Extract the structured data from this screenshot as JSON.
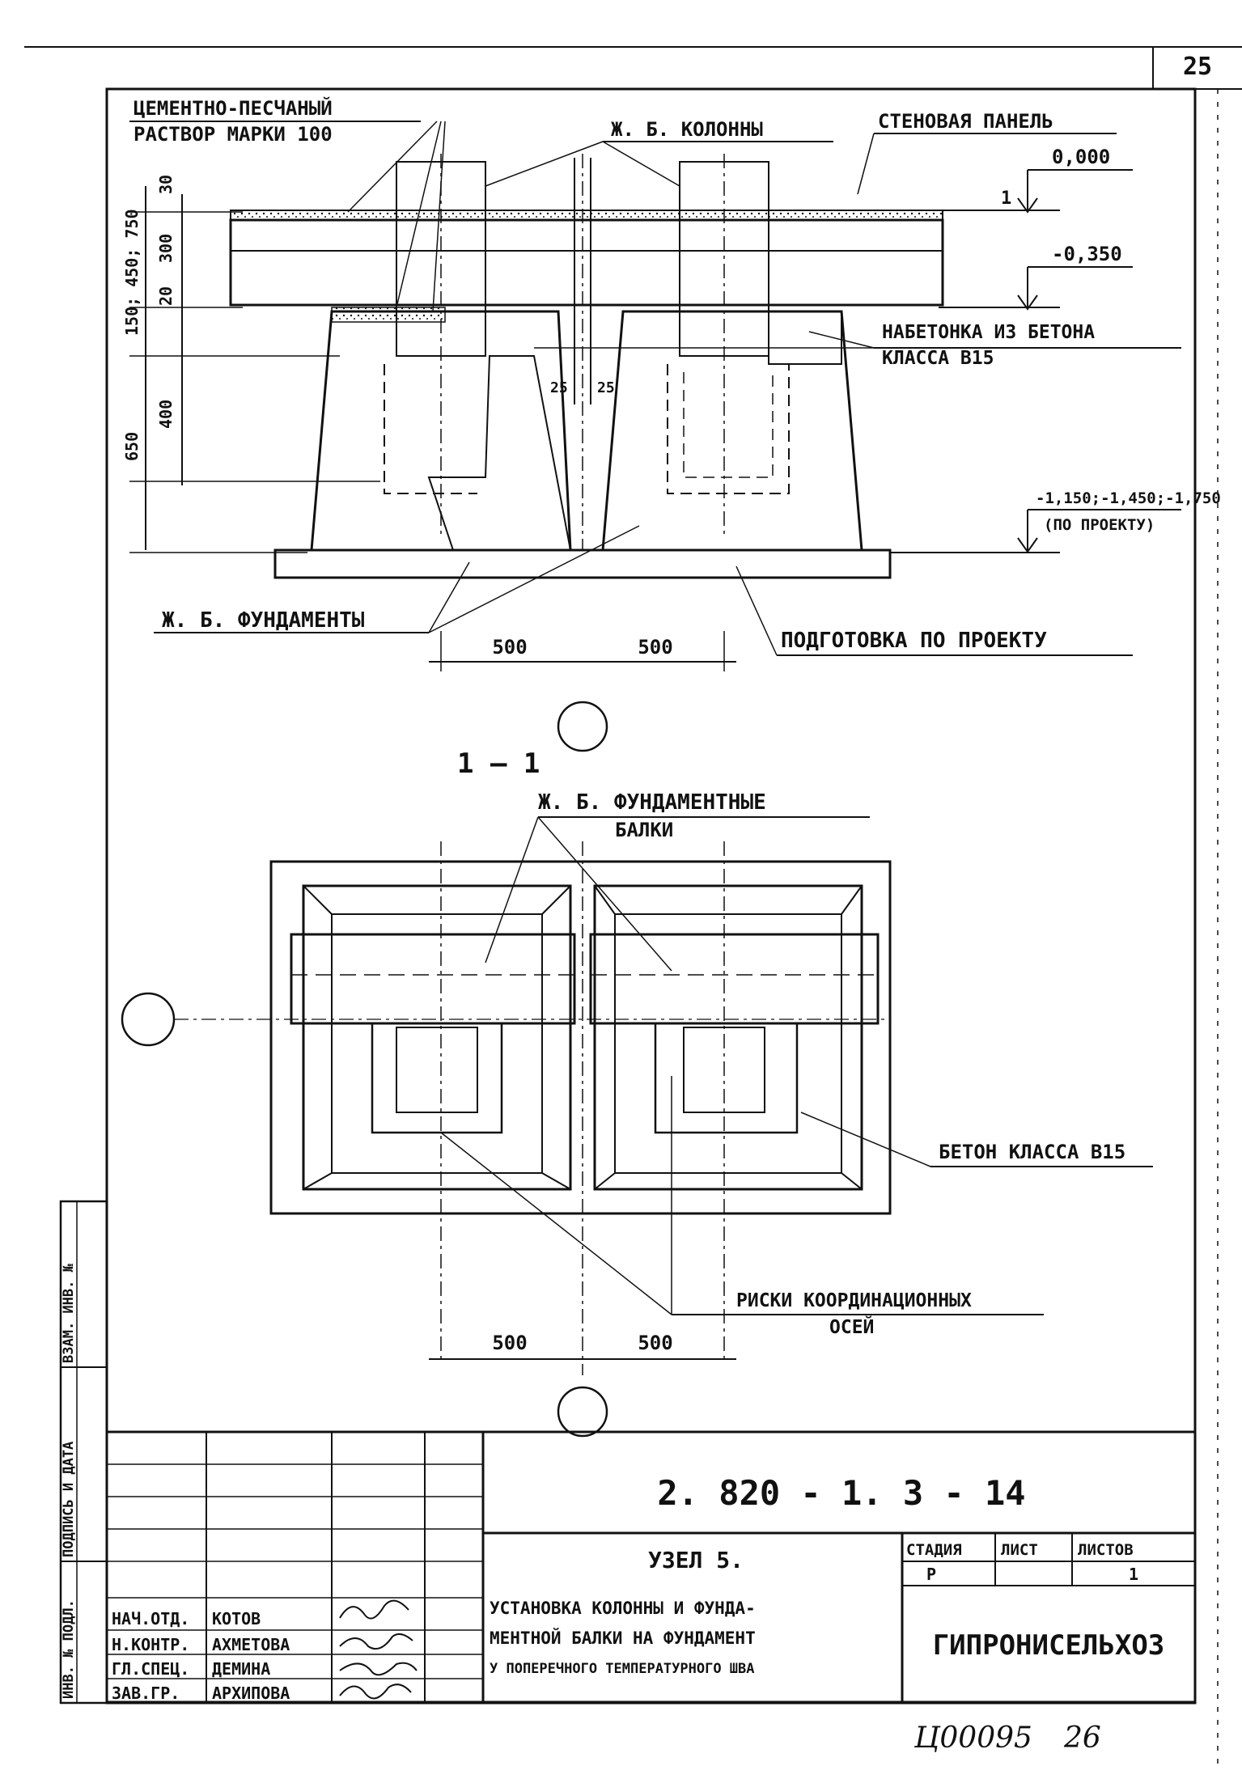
{
  "page_number": "25",
  "top_drawing": {
    "labels": {
      "mortar_line1": "ЦЕМЕНТНО-ПЕСЧАНЫЙ",
      "mortar_line2": "РАСТВОР МАРКИ 100",
      "columns": "Ж. Б. КОЛОННЫ",
      "wall_panel": "СТЕНОВАЯ ПАНЕЛЬ",
      "level_zero": "0,000",
      "level_minus_350": "-0,350",
      "concrete_line1": "НАБЕТОНКА ИЗ БЕТОНА",
      "concrete_line2": "КЛАССА В15",
      "foundations": "Ж. Б. ФУНДАМЕНТЫ",
      "preparation": "ПОДГОТОВКА ПО ПРОЕКТУ",
      "bottom_level": "-1,150;-1,450;-1,750",
      "bottom_level_note": "(ПО ПРОЕКТУ)",
      "marker": "1"
    },
    "dims": {
      "d30": "30",
      "d300": "300",
      "d20": "20",
      "d150": "150; 450; 750",
      "d400": "400",
      "d650": "650",
      "d25a": "25",
      "d25b": "25",
      "gap_left": "500",
      "gap_right": "500"
    }
  },
  "section": {
    "title": "1 – 1",
    "beams_line1": "Ж. Б. ФУНДАМЕНТНЫЕ",
    "beams_line2": "БАЛКИ",
    "concrete_b15": "БЕТОН КЛАССА В15",
    "axes_line1": "РИСКИ КООРДИНАЦИОННЫХ",
    "axes_line2": "ОСЕЙ",
    "dim_left": "500",
    "dim_right": "500"
  },
  "side_stamp": {
    "cells": [
      "ВЗАМ. ИНВ. №",
      "ПОДПИСЬ И ДАТА",
      "ИНВ. № ПОДЛ."
    ]
  },
  "title_block": {
    "doc_code": "2. 820 - 1. 3 - 14",
    "node_title": "УЗЕЛ 5.",
    "desc_line1": "УСТАНОВКА КОЛОННЫ И ФУНДА-",
    "desc_line2": "МЕНТНОЙ БАЛКИ НА ФУНДАМЕНТ",
    "desc_line3": "У ПОПЕРЕЧНОГО ТЕМПЕРАТУРНОГО ШВА",
    "stage_header": "СТАДИЯ",
    "sheet_header": "ЛИСТ",
    "sheets_header": "ЛИСТОВ",
    "stage_value": "Р",
    "sheet_value": "",
    "sheets_value": "1",
    "organization": "ГИПРОНИСЕЛЬХОЗ",
    "signers": [
      {
        "role": "НАЧ.ОТД.",
        "name": "КОТОВ"
      },
      {
        "role": "Н.КОНТР.",
        "name": "АХМЕТОВА"
      },
      {
        "role": "ГЛ.СПЕЦ.",
        "name": "ДЕМИНА"
      },
      {
        "role": "ЗАВ.ГР.",
        "name": "АРХИПОВА"
      }
    ]
  },
  "footer": {
    "archive_number": "Ц00095",
    "page_ref": "26"
  }
}
